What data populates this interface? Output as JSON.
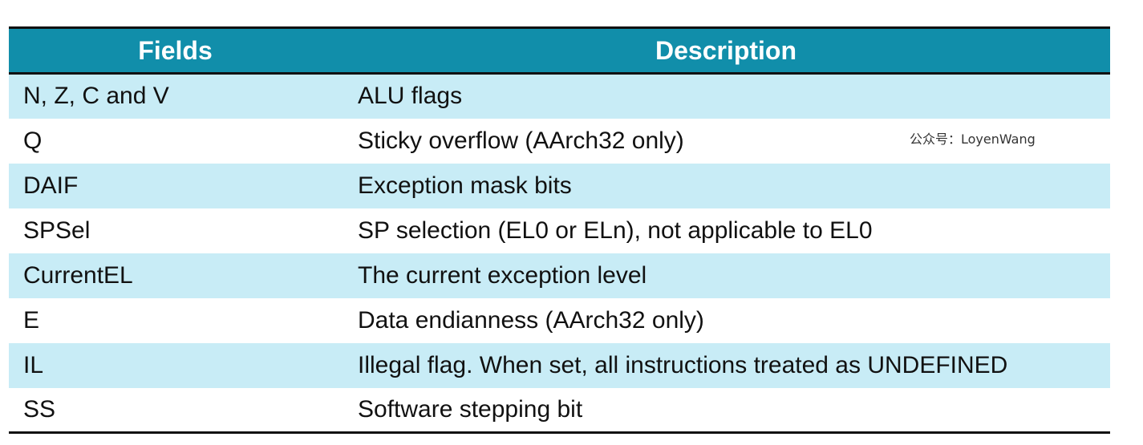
{
  "table": {
    "headers": [
      "Fields",
      "Description"
    ],
    "rows": [
      {
        "field": "N, Z, C and V",
        "description": "ALU flags"
      },
      {
        "field": "Q",
        "description": "Sticky overflow (AArch32 only)"
      },
      {
        "field": "DAIF",
        "description": "Exception mask bits"
      },
      {
        "field": "SPSel",
        "description": "SP selection (EL0 or ELn), not applicable to EL0"
      },
      {
        "field": "CurrentEL",
        "description": "The current exception level"
      },
      {
        "field": "E",
        "description": "Data endianness (AArch32 only)"
      },
      {
        "field": "IL",
        "description": "Illegal flag. When set, all instructions treated as UNDEFINED"
      },
      {
        "field": "SS",
        "description": "Software stepping bit"
      }
    ]
  },
  "watermark": "公众号：LoyenWang",
  "colors": {
    "header_bg": "#118eaa",
    "header_text": "#ffffff",
    "row_shaded": "#c8ecf6",
    "row_plain": "#ffffff"
  }
}
